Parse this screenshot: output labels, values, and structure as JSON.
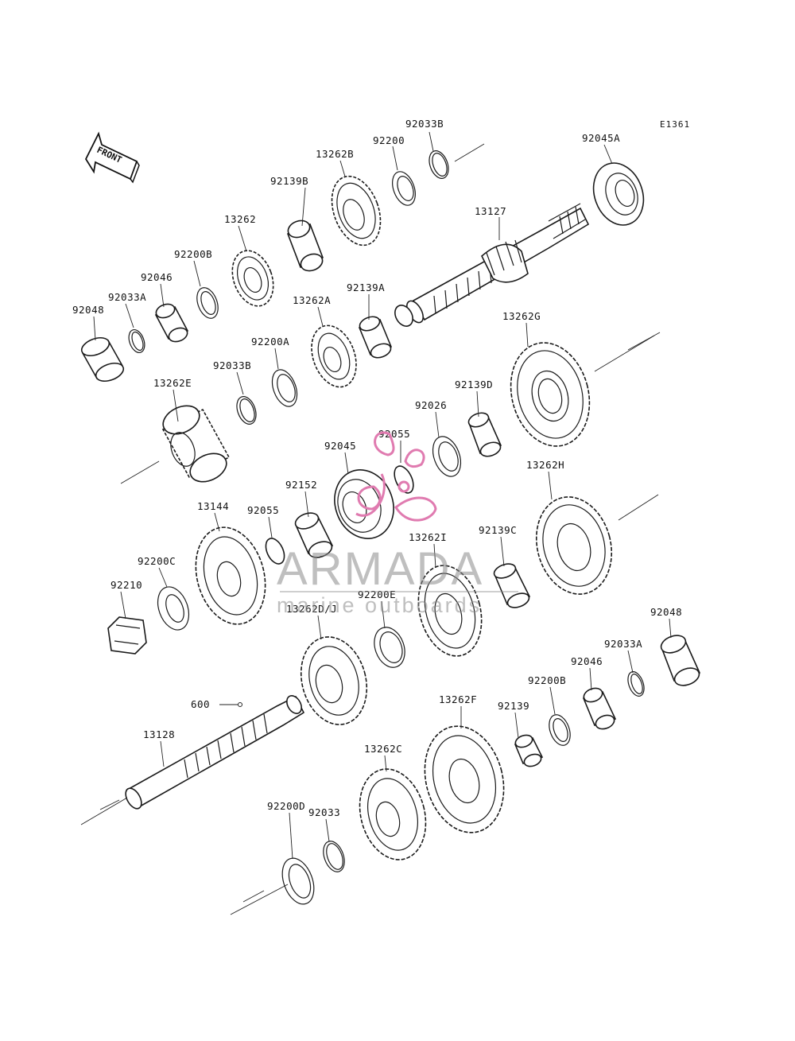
{
  "diagram_code": "E1361",
  "front_arrow": {
    "label": "FRONT"
  },
  "watermark": {
    "brand": "ARMADA",
    "tagline": "marine outboards",
    "color": "#e07bb0"
  },
  "parts": [
    {
      "id": "p1",
      "label": "92033B"
    },
    {
      "id": "p2",
      "label": "92200"
    },
    {
      "id": "p3",
      "label": "13262B"
    },
    {
      "id": "p4",
      "label": "92045A"
    },
    {
      "id": "p5",
      "label": "92139B"
    },
    {
      "id": "p6",
      "label": "13127"
    },
    {
      "id": "p7",
      "label": "13262"
    },
    {
      "id": "p8",
      "label": "92200B"
    },
    {
      "id": "p9",
      "label": "92046"
    },
    {
      "id": "p10",
      "label": "92033A"
    },
    {
      "id": "p11",
      "label": "92048"
    },
    {
      "id": "p12",
      "label": "13262A"
    },
    {
      "id": "p13",
      "label": "92139A"
    },
    {
      "id": "p14",
      "label": "13262G"
    },
    {
      "id": "p15",
      "label": "92200A"
    },
    {
      "id": "p16",
      "label": "92033B"
    },
    {
      "id": "p17",
      "label": "13262E"
    },
    {
      "id": "p18",
      "label": "92139D"
    },
    {
      "id": "p19",
      "label": "92026"
    },
    {
      "id": "p20",
      "label": "92055"
    },
    {
      "id": "p21",
      "label": "92045"
    },
    {
      "id": "p22",
      "label": "13262H"
    },
    {
      "id": "p23",
      "label": "92152"
    },
    {
      "id": "p24",
      "label": "13144"
    },
    {
      "id": "p25",
      "label": "92055"
    },
    {
      "id": "p26",
      "label": "92139C"
    },
    {
      "id": "p27",
      "label": "13262I"
    },
    {
      "id": "p28",
      "label": "92200C"
    },
    {
      "id": "p29",
      "label": "92200E"
    },
    {
      "id": "p30",
      "label": "92210"
    },
    {
      "id": "p31",
      "label": "13262D/J"
    },
    {
      "id": "p32",
      "label": "92048"
    },
    {
      "id": "p33",
      "label": "92033A"
    },
    {
      "id": "p34",
      "label": "92046"
    },
    {
      "id": "p35",
      "label": "92200B"
    },
    {
      "id": "p36",
      "label": "600"
    },
    {
      "id": "p37",
      "label": "13262F"
    },
    {
      "id": "p38",
      "label": "92139"
    },
    {
      "id": "p39",
      "label": "13128"
    },
    {
      "id": "p40",
      "label": "13262C"
    },
    {
      "id": "p41",
      "label": "92033"
    },
    {
      "id": "p42",
      "label": "92200D"
    }
  ]
}
